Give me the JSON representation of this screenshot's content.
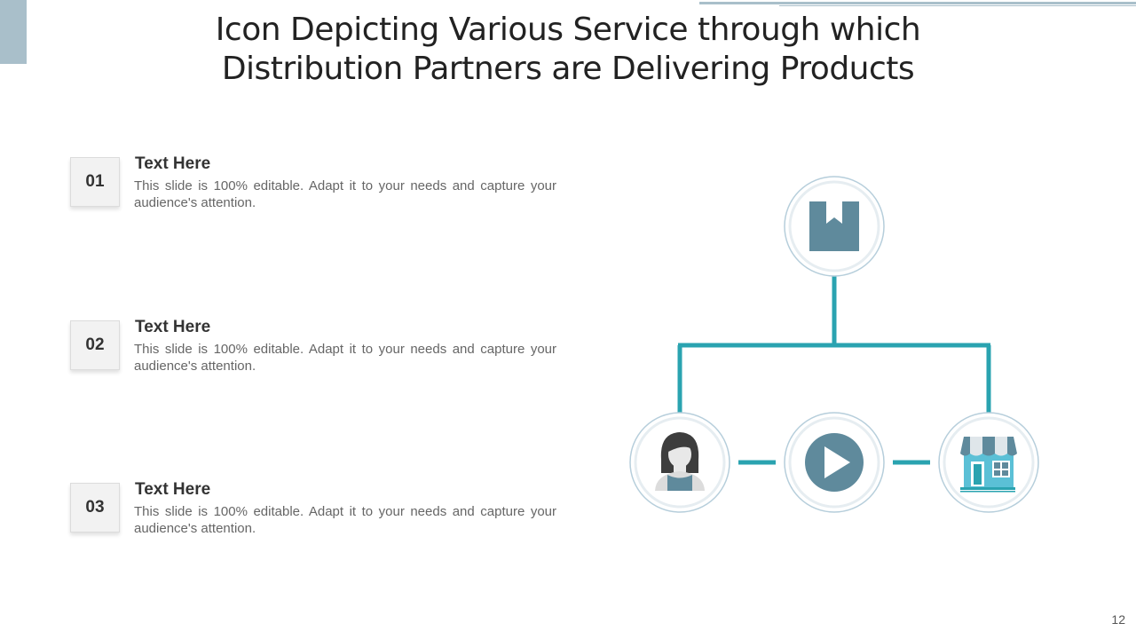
{
  "slide": {
    "title_line1": "Icon Depicting Various Service through which",
    "title_line2": "Distribution Partners are Delivering Products",
    "page_number": "12"
  },
  "items": [
    {
      "number": "01",
      "heading": "Text Here",
      "body": "This slide is 100% editable. Adapt it to your needs and capture your audience's attention."
    },
    {
      "number": "02",
      "heading": "Text Here",
      "body": "This slide is 100% editable. Adapt it to your needs and capture your audience's attention."
    },
    {
      "number": "03",
      "heading": "Text Here",
      "body": "This slide is 100% editable. Adapt it to your needs and capture your audience's attention."
    }
  ],
  "diagram": {
    "nodes": [
      {
        "icon": "box-icon"
      },
      {
        "icon": "woman-avatar-icon"
      },
      {
        "icon": "play-icon"
      },
      {
        "icon": "storefront-icon"
      }
    ]
  },
  "colors": {
    "accent_teal": "#2aa3b0",
    "icon_slate": "#5f8a9c",
    "store_blue": "#5bc0d6",
    "circle_border": "#b6cedb",
    "corner_block": "#a9bfca"
  }
}
